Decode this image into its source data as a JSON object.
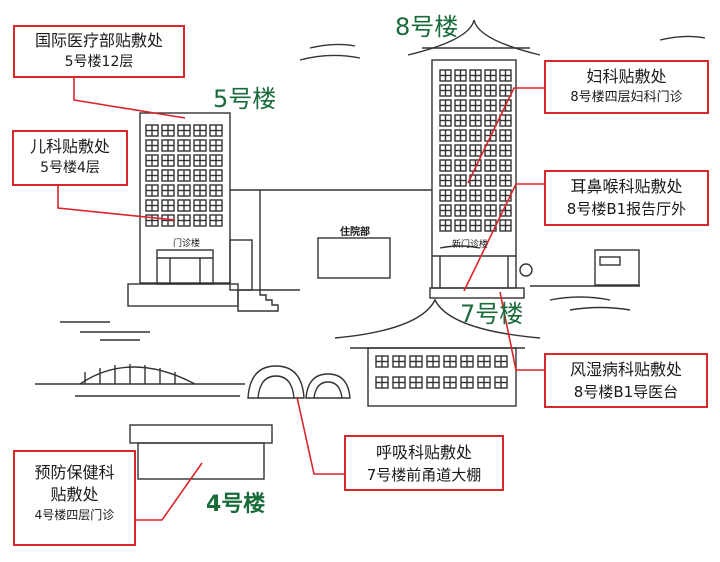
{
  "buildings": {
    "b5": "5号楼",
    "b8": "8号楼",
    "b7": "7号楼",
    "b4": "4号楼"
  },
  "signs": {
    "outpatient": "门诊楼",
    "inpatient": "住院部",
    "new_outpatient": "新门诊楼"
  },
  "labels": {
    "international": {
      "title": "国际医疗部贴敷处",
      "location": "5号楼12层"
    },
    "pediatrics": {
      "title": "儿科贴敷处",
      "location": "5号楼4层"
    },
    "gynecology": {
      "title": "妇科贴敷处",
      "location": "8号楼四层妇科门诊"
    },
    "ent": {
      "title": "耳鼻喉科贴敷处",
      "location": "8号楼B1报告厅外"
    },
    "rheumatology": {
      "title": "风湿病科贴敷处",
      "location": "8号楼B1导医台"
    },
    "respiratory": {
      "title": "呼吸科贴敷处",
      "location": "7号楼前甬道大棚"
    },
    "preventive": {
      "title_line1": "预防保健科",
      "title_line2": "贴敷处",
      "location": "4号楼四层门诊"
    }
  },
  "colors": {
    "label_border": "#d9262b",
    "leader_line": "#d9262b",
    "building_name": "#1a6b3a",
    "sketch": "#333333"
  }
}
